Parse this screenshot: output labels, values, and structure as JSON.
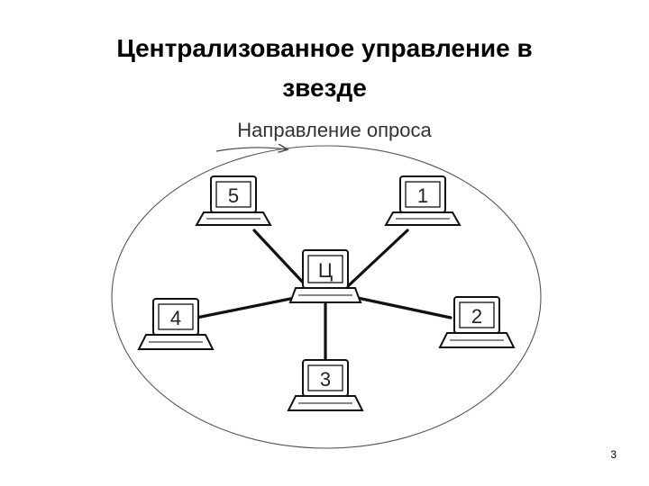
{
  "slide": {
    "title_line1": "Централизованное управление в",
    "title_line2": "звезде",
    "page_number": "3"
  },
  "diagram": {
    "direction_label": "Направление опроса",
    "nodes": {
      "center": "Ц",
      "n1": "1",
      "n2": "2",
      "n3": "3",
      "n4": "4",
      "n5": "5"
    }
  }
}
